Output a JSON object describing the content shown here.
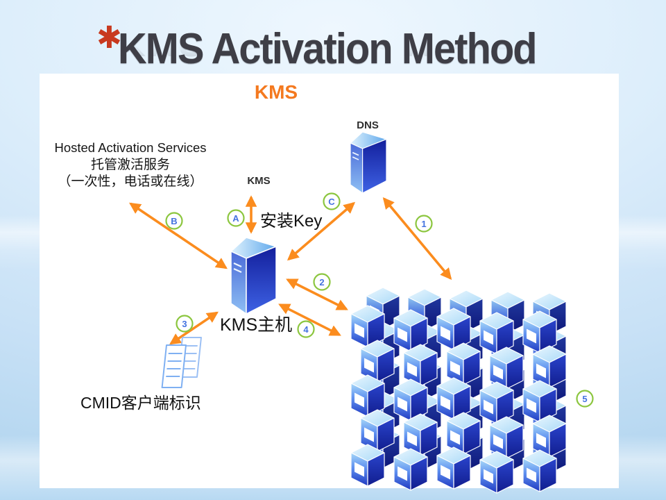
{
  "slide": {
    "bullet": "✱",
    "title": "KMS Activation Method"
  },
  "diagram": {
    "header": "KMS",
    "dns_label": "DNS",
    "kms_service_label": "KMS",
    "install_key_label": "安装Key",
    "kms_host_label": "KMS主机",
    "cmid_label": "CMID客户端标识",
    "hosted": {
      "line1": "Hosted Activation Services",
      "line2": "托管激活服务",
      "line3": "（一次性，电话或在线）"
    },
    "badges": [
      "A",
      "B",
      "C",
      "1",
      "2",
      "3",
      "4",
      "5"
    ],
    "client_grid": {
      "columns": 5,
      "rows": 5
    }
  },
  "colors": {
    "arrow": "#fb8c1e",
    "badge_border": "#8cc63f",
    "badge_text": "#4472e0",
    "header_orange": "#f4791f",
    "title_text": "#3e3e46",
    "bullet_red": "#c8391f",
    "server_blue_dark": "#18249e",
    "server_blue_light": "#8fc0f4",
    "page_outline": "#7fb0f2"
  }
}
